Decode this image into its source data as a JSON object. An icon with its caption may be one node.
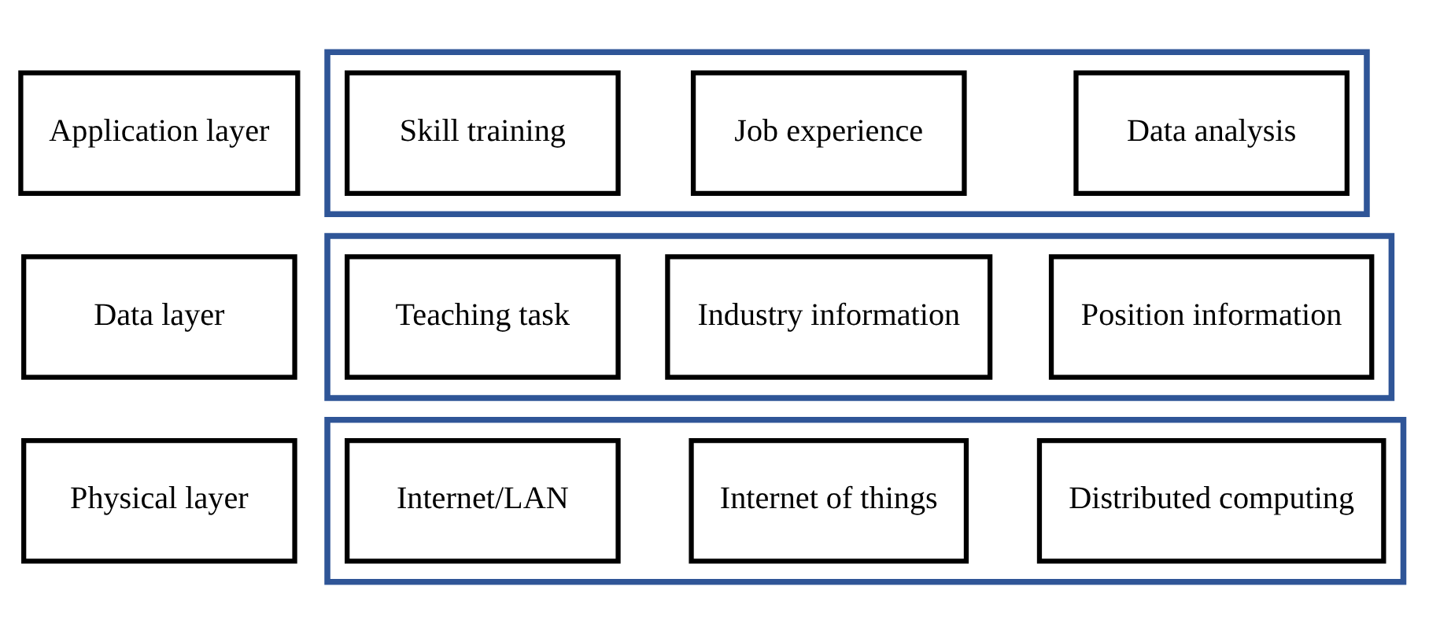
{
  "diagram": {
    "nodes": [
      {
        "text": [
          "Application layer"
        ]
      },
      {
        "text": [],
        "shape": "box"
      },
      {
        "text": [
          "Skill training"
        ],
        "in": 1
      },
      {
        "text": [
          "Job experience"
        ],
        "in": 1
      },
      {
        "text": [
          "Data analysis"
        ],
        "in": 1
      },
      {
        "text": [
          "Data layer"
        ]
      },
      {
        "text": [],
        "shape": "box"
      },
      {
        "text": [
          "Teaching task"
        ],
        "in": 6
      },
      {
        "text": [
          "Industry information"
        ],
        "in": 6
      },
      {
        "text": [
          "Position information"
        ],
        "in": 6
      },
      {
        "text": [
          "Physical layer"
        ]
      },
      {
        "text": [],
        "shape": "box"
      },
      {
        "text": [
          "Internet/LAN"
        ],
        "in": 11
      },
      {
        "text": [
          "Internet of things"
        ],
        "in": 11
      },
      {
        "text": [
          "Distributed computing"
        ],
        "in": 11
      }
    ],
    "edges": []
  }
}
